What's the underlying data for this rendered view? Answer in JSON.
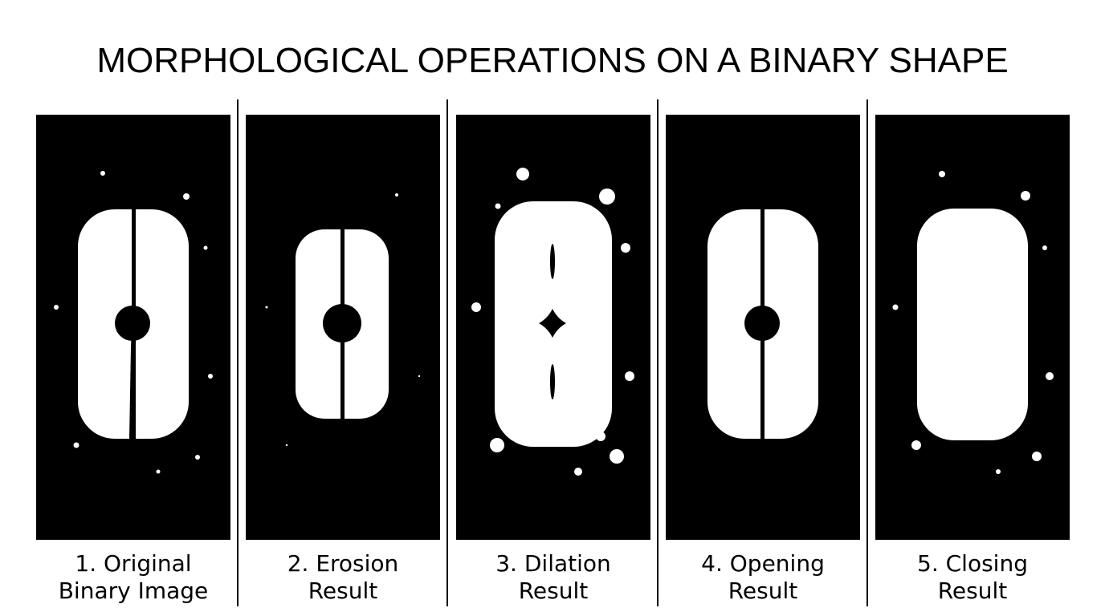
{
  "title": "MORPHOLOGICAL OPERATIONS ON A BINARY SHAPE",
  "colors": {
    "background": "#ffffff",
    "panel": "#000000",
    "foreground": "#ffffff"
  },
  "panels": [
    {
      "caption_line1": "1. Original",
      "caption_line2": "Binary Image"
    },
    {
      "caption_line1": "2. Erosion",
      "caption_line2": "Result"
    },
    {
      "caption_line1": "3. Dilation",
      "caption_line2": "Result"
    },
    {
      "caption_line1": "4. Opening",
      "caption_line2": "Result"
    },
    {
      "caption_line1": "5. Closing",
      "caption_line2": "Result"
    }
  ]
}
